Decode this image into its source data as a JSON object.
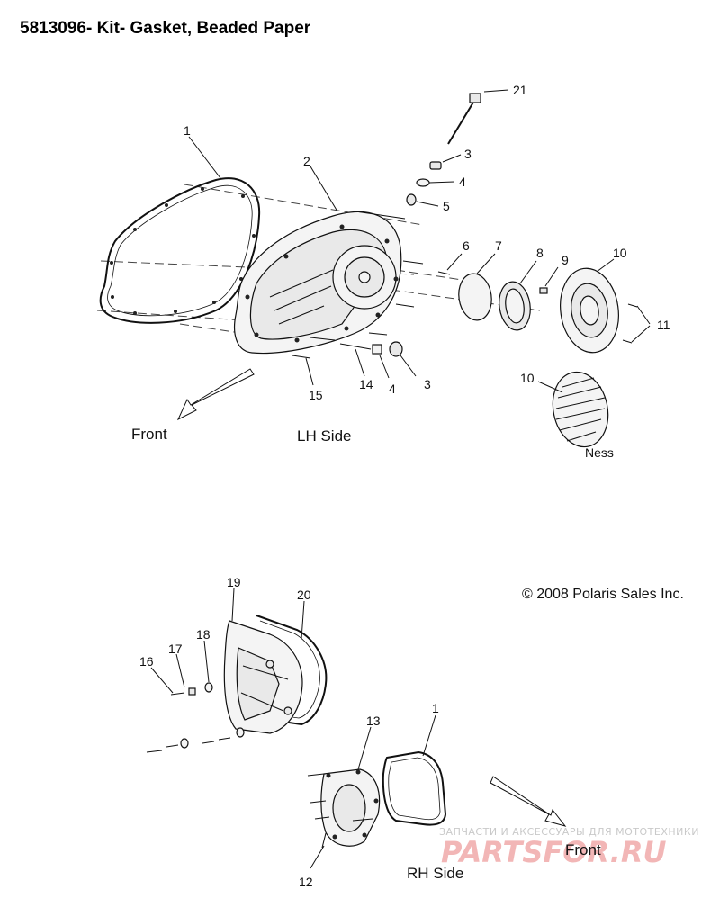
{
  "title": "5813096- Kit- Gasket, Beaded Paper",
  "copyright": "© 2008 Polaris Sales Inc.",
  "captions": {
    "front_top": "Front",
    "lh_side": "LH Side",
    "ness": "Ness",
    "rh_side": "RH Side",
    "front_bottom": "Front"
  },
  "callouts": {
    "c1": "1",
    "c2": "2",
    "c3a": "3",
    "c4a": "4",
    "c5": "5",
    "c6": "6",
    "c7": "7",
    "c8": "8",
    "c9": "9",
    "c10a": "10",
    "c11": "11",
    "c21": "21",
    "c15": "15",
    "c14": "14",
    "c4b": "4",
    "c3b": "3",
    "c10b": "10",
    "c19": "19",
    "c20": "20",
    "c18": "18",
    "c17": "17",
    "c16": "16",
    "c13": "13",
    "c1b": "1",
    "c12": "12"
  },
  "watermark": {
    "line1": "ЗАПЧАСТИ И АКСЕССУАРЫ ДЛЯ МОТОТЕХНИКИ",
    "line2": "PARTSFOR.RU"
  }
}
